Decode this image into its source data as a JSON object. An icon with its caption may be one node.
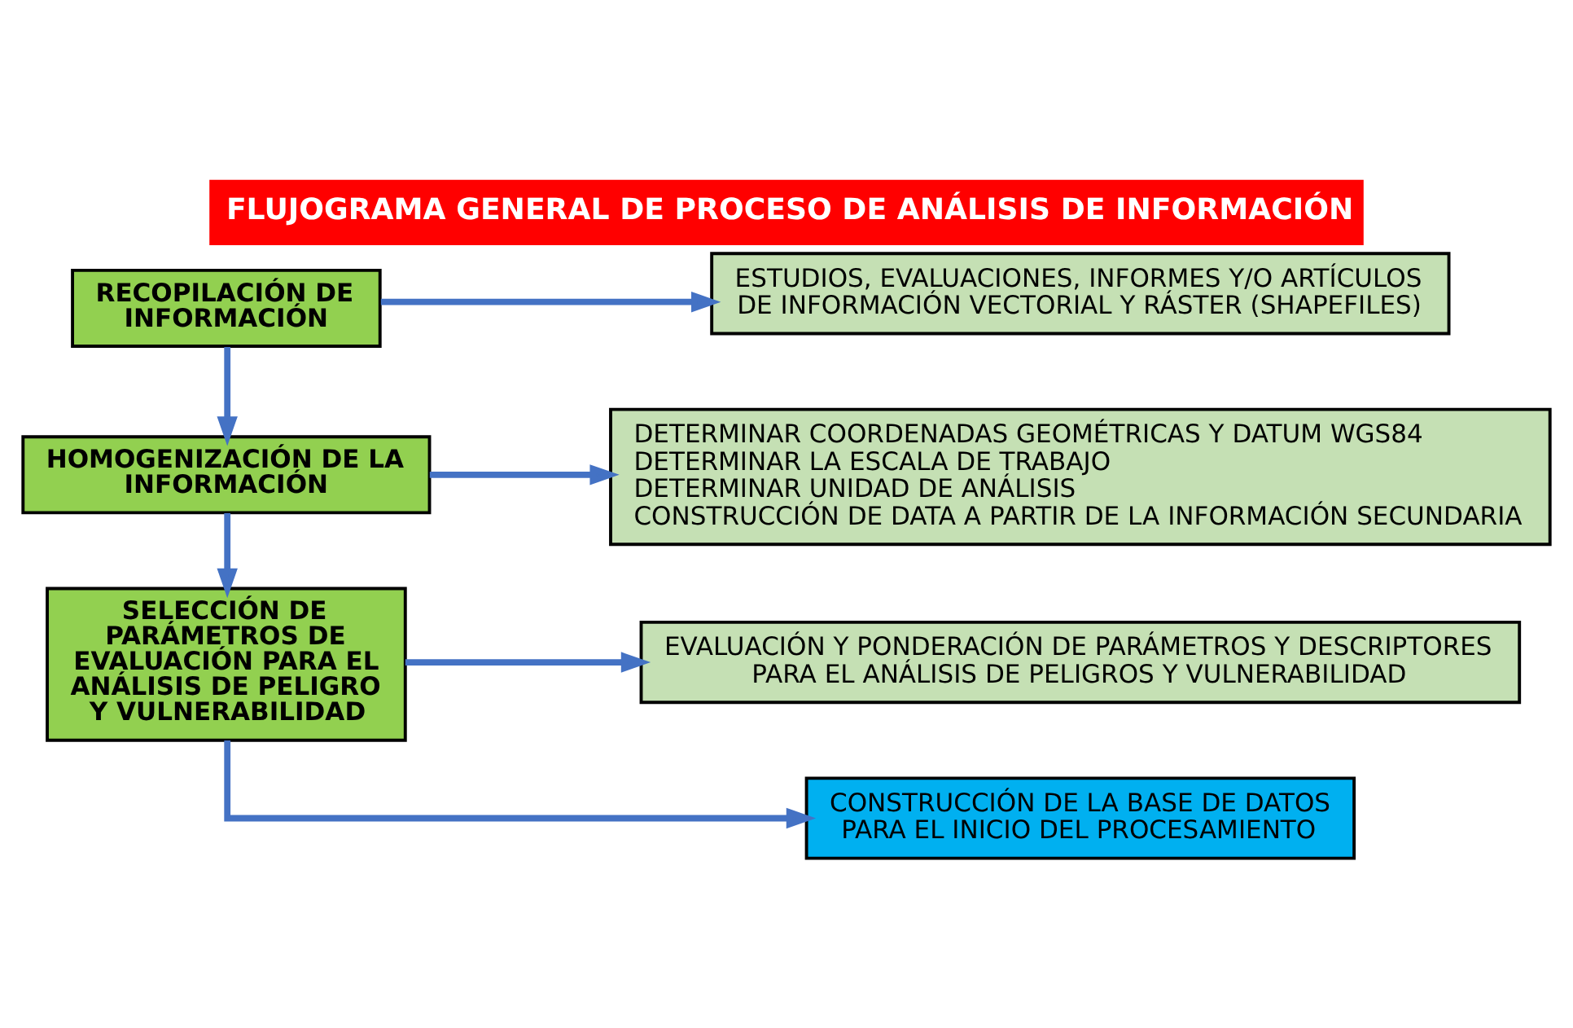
{
  "diagram": {
    "title": "FLUJOGRAMA GENERAL DE PROCESO DE ANÁLISIS DE INFORMACIÓN",
    "nodes": [
      {
        "text": [
          "RECOPILACIÓN DE INFORMACIÓN"
        ]
      },
      {
        "text": [
          "ESTUDIOS, EVALUACIONES, INFORMES Y/O ARTÍCULOS DE INFORMACIÓN VECTORIAL Y RÁSTER (SHAPEFILES)"
        ]
      },
      {
        "text": [
          "HOMOGENIZACIÓN DE LA INFORMACIÓN"
        ]
      },
      {
        "text": [
          "DETERMINAR COORDENADAS GEOMÉTRICAS Y DATUM WGS84",
          "DETERMINAR LA ESCALA DE TRABAJO",
          "DETERMINAR UNIDAD DE ANÁLISIS",
          "CONSTRUCCIÓN DE DATA A PARTIR DE LA INFORMACIÓN SECUNDARIA"
        ]
      },
      {
        "text": [
          "SELECCIÓN DE PARÁMETROS DE EVALUACIÓN PARA EL ANÁLISIS DE PELIGRO Y VULNERABILIDAD"
        ]
      },
      {
        "text": [
          "EVALUACIÓN Y PONDERACIÓN DE PARÁMETROS Y DESCRIPTORES PARA EL ANÁLISIS DE PELIGROS Y VULNERABILIDAD"
        ]
      },
      {
        "text": [
          "CONSTRUCCIÓN DE LA BASE DE DATOS PARA EL INICIO DEL PROCESAMIENTO"
        ]
      }
    ],
    "edges": [
      {
        "from": 0,
        "to": 1,
        "arrow": "to"
      },
      {
        "from": 0,
        "to": 2,
        "arrow": "to"
      },
      {
        "from": 2,
        "to": 3,
        "arrow": "to"
      },
      {
        "from": 2,
        "to": 4,
        "arrow": "to"
      },
      {
        "from": 4,
        "to": 5,
        "arrow": "to"
      },
      {
        "from": 4,
        "to": 6,
        "arrow": "to"
      }
    ]
  }
}
